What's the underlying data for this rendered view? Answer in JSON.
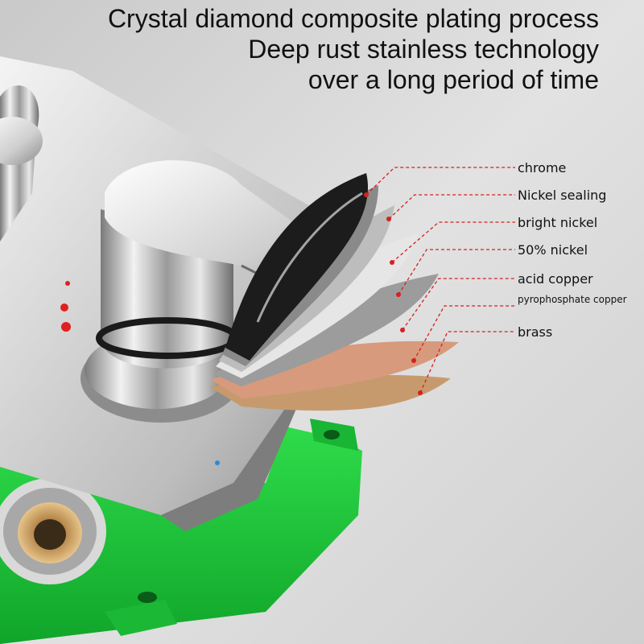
{
  "headline": {
    "line1": "Crystal diamond composite plating process",
    "line2": "Deep rust stainless technology",
    "line3": "over a long period of time"
  },
  "layers": [
    {
      "label": "chrome",
      "color": "#1c1c1c"
    },
    {
      "label": "Nickel sealing",
      "color": "#8a8a8a"
    },
    {
      "label": "bright nickel",
      "color": "#bdbdbd"
    },
    {
      "label": "50% nickel",
      "color": "#e6e6e6"
    },
    {
      "label": "acid copper",
      "color": "#9c9c9c"
    },
    {
      "label": "pyrophosphate copper",
      "color": "#d89a7c"
    },
    {
      "label": "brass",
      "color": "#c79a6e"
    }
  ],
  "colors": {
    "background": "#d8d8d8",
    "housing_green": "#1ec83c",
    "chrome": "#c8c8c8",
    "leader_line": "#d62020",
    "indicator_dot": "#e02020"
  }
}
